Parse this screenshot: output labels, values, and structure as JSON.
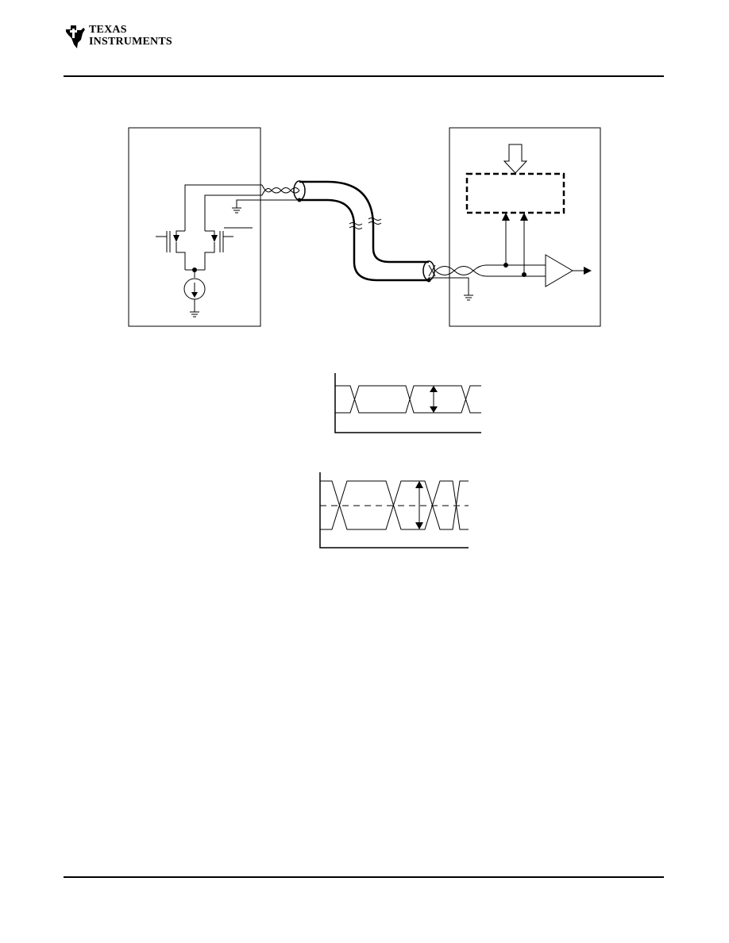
{
  "header": {
    "company_line1": "TEXAS",
    "company_line2": "INSTRUMENTS",
    "logo_icon": "ti-logo-icon"
  },
  "figures": {
    "system_diagram": {
      "blocks": [
        "driver-block",
        "receiver-block"
      ],
      "elements": [
        "twisted-pair",
        "shielded-cable",
        "failsafe-bias-block",
        "receiver-amplifier"
      ]
    },
    "eye_diagrams": [
      "single-ended-eye",
      "differential-eye"
    ]
  }
}
